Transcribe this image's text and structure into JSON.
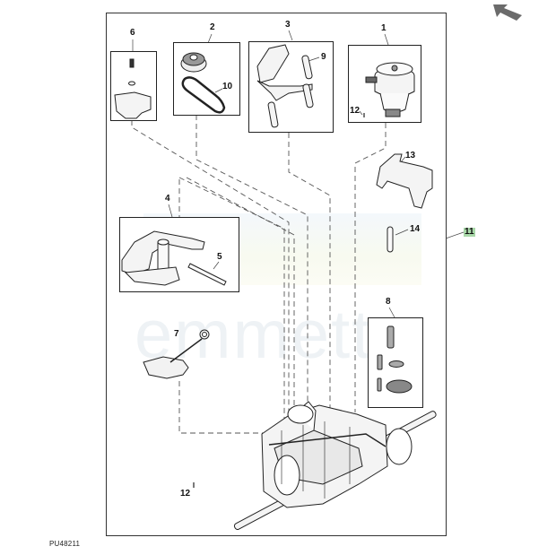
{
  "diagram": {
    "type": "exploded-parts-diagram",
    "figure_code": "PU48211",
    "watermark": "emmetts",
    "nav_icon": "back-arrow-icon",
    "colors": {
      "highlight": "#a9d8a9",
      "line": "#333333",
      "arrow": "#6b6b6b"
    },
    "callouts": [
      {
        "id": "1",
        "label": "1"
      },
      {
        "id": "2",
        "label": "2"
      },
      {
        "id": "3",
        "label": "3"
      },
      {
        "id": "4",
        "label": "4"
      },
      {
        "id": "5",
        "label": "5"
      },
      {
        "id": "6",
        "label": "6"
      },
      {
        "id": "7",
        "label": "7"
      },
      {
        "id": "8",
        "label": "8"
      },
      {
        "id": "9",
        "label": "9"
      },
      {
        "id": "10",
        "label": "10"
      },
      {
        "id": "11",
        "label": "11",
        "highlighted": true
      },
      {
        "id": "12a",
        "label": "12"
      },
      {
        "id": "12b",
        "label": "12"
      },
      {
        "id": "13",
        "label": "13"
      },
      {
        "id": "14",
        "label": "14"
      }
    ],
    "parts": [
      {
        "callout": "1",
        "depiction": "electric PTO clutch"
      },
      {
        "callout": "2",
        "depiction": "pulley with belt kit"
      },
      {
        "callout": "3",
        "depiction": "idler arm with pulleys"
      },
      {
        "callout": "4",
        "depiction": "control arm assembly"
      },
      {
        "callout": "5",
        "depiction": "spring"
      },
      {
        "callout": "6",
        "depiction": "bracket with bolt and washer"
      },
      {
        "callout": "7",
        "depiction": "bypass lever with spring"
      },
      {
        "callout": "8",
        "depiction": "hardware kit - screws and washers"
      },
      {
        "callout": "9",
        "depiction": "idler pulley"
      },
      {
        "callout": "10",
        "depiction": "drive belt"
      },
      {
        "callout": "11",
        "depiction": "transaxle assembly"
      },
      {
        "callout": "12",
        "depiction": "screw"
      },
      {
        "callout": "13",
        "depiction": "shield bracket"
      },
      {
        "callout": "14",
        "depiction": "pin"
      }
    ]
  }
}
